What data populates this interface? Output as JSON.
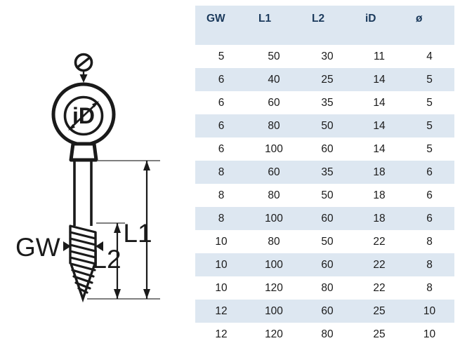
{
  "drawing": {
    "title": "eye-bolt-with-wood-screw-thread",
    "labels": {
      "outer_diameter": "ø",
      "inner_diameter": "iD",
      "thread": "GW",
      "total_length": "L1",
      "thread_length": "L2"
    }
  },
  "table": {
    "columns": [
      "GW",
      "L1",
      "L2",
      "iD",
      "ø"
    ],
    "rows": [
      [
        "5",
        "50",
        "30",
        "11",
        "4"
      ],
      [
        "6",
        "40",
        "25",
        "14",
        "5"
      ],
      [
        "6",
        "60",
        "35",
        "14",
        "5"
      ],
      [
        "6",
        "80",
        "50",
        "14",
        "5"
      ],
      [
        "6",
        "100",
        "60",
        "14",
        "5"
      ],
      [
        "8",
        "60",
        "35",
        "18",
        "6"
      ],
      [
        "8",
        "80",
        "50",
        "18",
        "6"
      ],
      [
        "8",
        "100",
        "60",
        "18",
        "6"
      ],
      [
        "10",
        "80",
        "50",
        "22",
        "8"
      ],
      [
        "10",
        "100",
        "60",
        "22",
        "8"
      ],
      [
        "10",
        "120",
        "80",
        "22",
        "8"
      ],
      [
        "12",
        "100",
        "60",
        "25",
        "10"
      ],
      [
        "12",
        "120",
        "80",
        "25",
        "10"
      ]
    ]
  },
  "colors": {
    "header_bg": "#dde7f1",
    "header_text": "#1b3a5c",
    "row_alt_bg": "#dde7f1",
    "row_bg": "#ffffff",
    "drawing_stroke": "#1a1a1a",
    "page_bg": "#ffffff"
  }
}
